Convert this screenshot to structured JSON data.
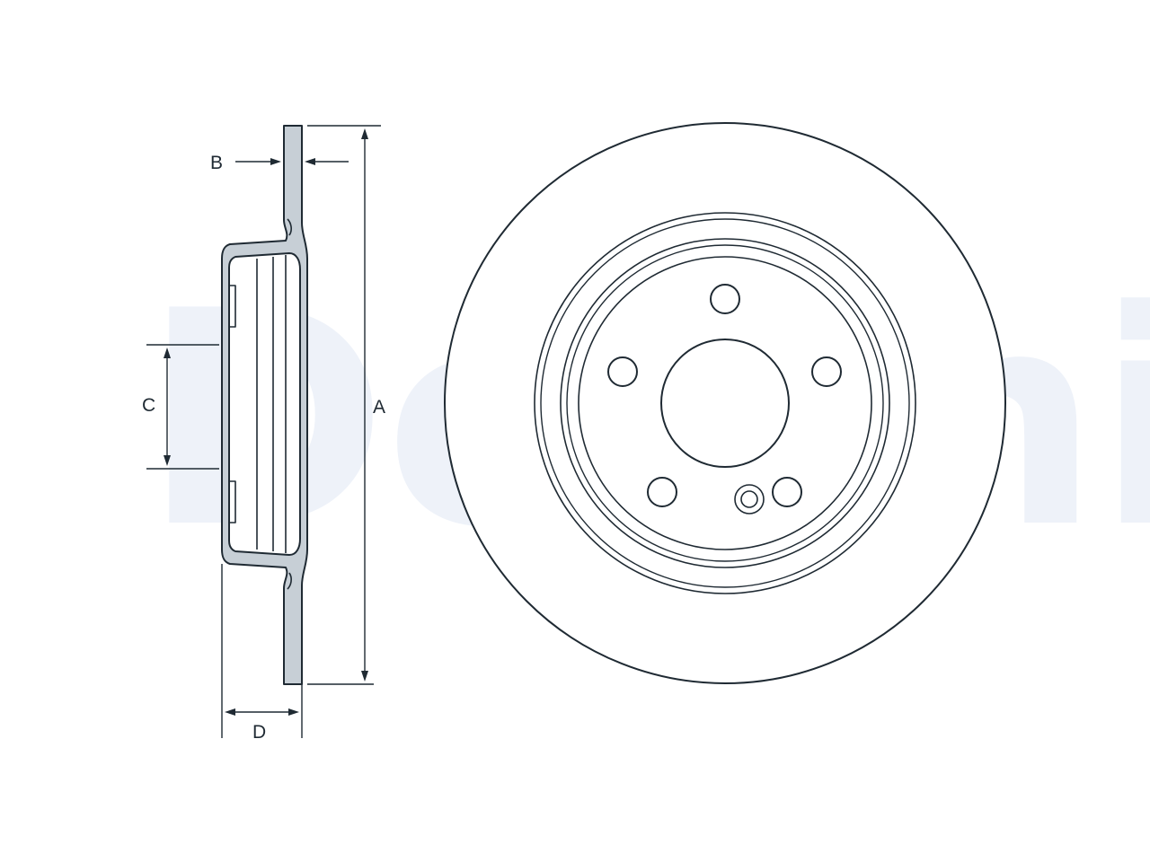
{
  "watermark": {
    "text": "Delphi",
    "color": "#eef2f9"
  },
  "colors": {
    "line": "#1f2a33",
    "section_fill": "#c7cfd6",
    "disc_fill": "#ffffff"
  },
  "dimensions": {
    "a": "A",
    "b": "B",
    "c": "C",
    "d": "D"
  }
}
